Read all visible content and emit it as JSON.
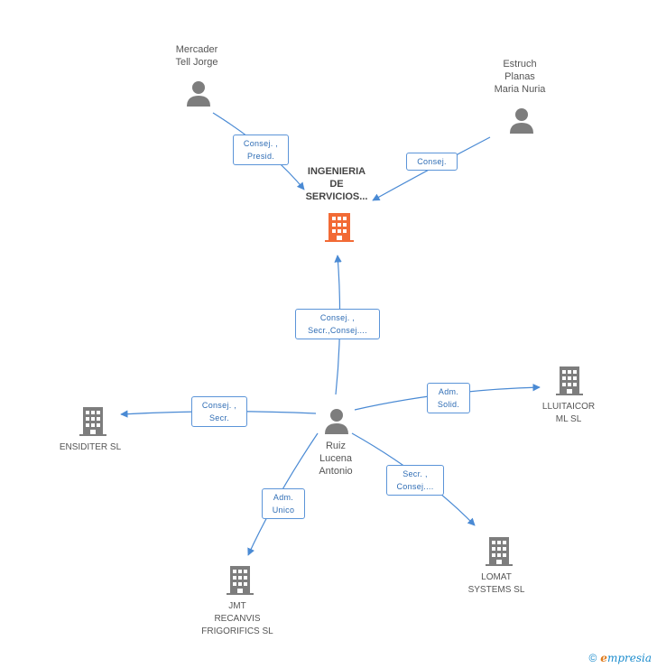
{
  "nodes": {
    "center": {
      "lines": [
        "INGENIERIA",
        "DE",
        "SERVICIOS..."
      ]
    },
    "mercader": {
      "lines": [
        "Mercader",
        "Tell Jorge"
      ]
    },
    "estruch": {
      "lines": [
        "Estruch",
        "Planas",
        "Maria Nuria"
      ]
    },
    "ruiz": {
      "lines": [
        "Ruiz",
        "Lucena",
        "Antonio"
      ]
    },
    "ensiditer": {
      "lines": [
        "ENSIDITER SL"
      ]
    },
    "lluitaicor": {
      "lines": [
        "LLUITAICOR",
        "ML  SL"
      ]
    },
    "lomat": {
      "lines": [
        "LOMAT",
        "SYSTEMS SL"
      ]
    },
    "jmt": {
      "lines": [
        "JMT",
        "RECANVIS",
        "FRIGORIFICS  SL"
      ]
    }
  },
  "edges": {
    "mercader_center": [
      "Consej. ,",
      "Presid."
    ],
    "estruch_center": [
      "Consej."
    ],
    "ruiz_center": [
      "Consej. ,",
      "Secr.,Consej...."
    ],
    "ruiz_ensiditer": [
      "Consej. ,",
      "Secr."
    ],
    "ruiz_lluitaicor": [
      "Adm.",
      "Solid."
    ],
    "ruiz_lomat": [
      "Secr. ,",
      "Consej...."
    ],
    "ruiz_jmt": [
      "Adm.",
      "Unico"
    ]
  },
  "footer": {
    "copyright": "©",
    "brand_first": "e",
    "brand_rest": "mpresia"
  },
  "colors": {
    "center_icon": "#f26a35",
    "node_icon": "#7d7d7d",
    "edge": "#4a8ad4",
    "label_text": "#2f6db5"
  }
}
